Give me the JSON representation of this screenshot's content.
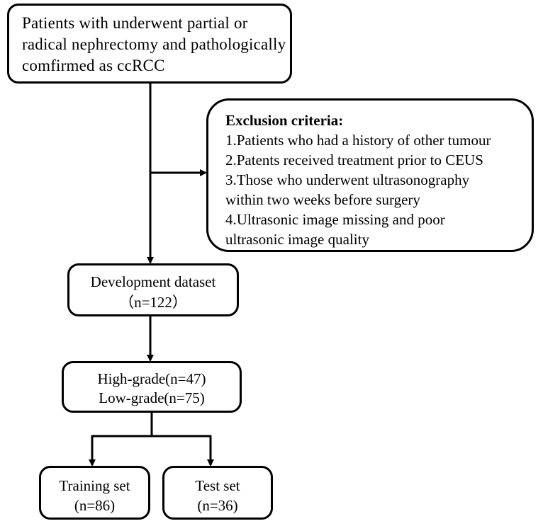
{
  "flowchart": {
    "start": {
      "lines": [
        "Patients with underwent partial or",
        "radical nephrectomy and pathologically",
        "comfirmed as ccRCC"
      ]
    },
    "exclusion": {
      "heading": "Exclusion criteria:",
      "lines": [
        "1.Patients who had a history of other tumour",
        "2.Patents received treatment prior to CEUS",
        "3.Those who underwent ultrasonography",
        "within two weeks before surgery",
        "4.Ultrasonic image missing and poor",
        "ultrasonic image quality"
      ]
    },
    "development": {
      "title": "Development dataset",
      "count": "（n=122）"
    },
    "grades": {
      "high": "High-grade(n=47)",
      "low": "Low-grade(n=75)"
    },
    "training": {
      "title": "Training set",
      "count": "(n=86)"
    },
    "test": {
      "title": "Test set",
      "count": "(n=36)"
    }
  },
  "colors": {
    "stroke": "#000000",
    "fill": "#ffffff",
    "text": "#000000"
  }
}
